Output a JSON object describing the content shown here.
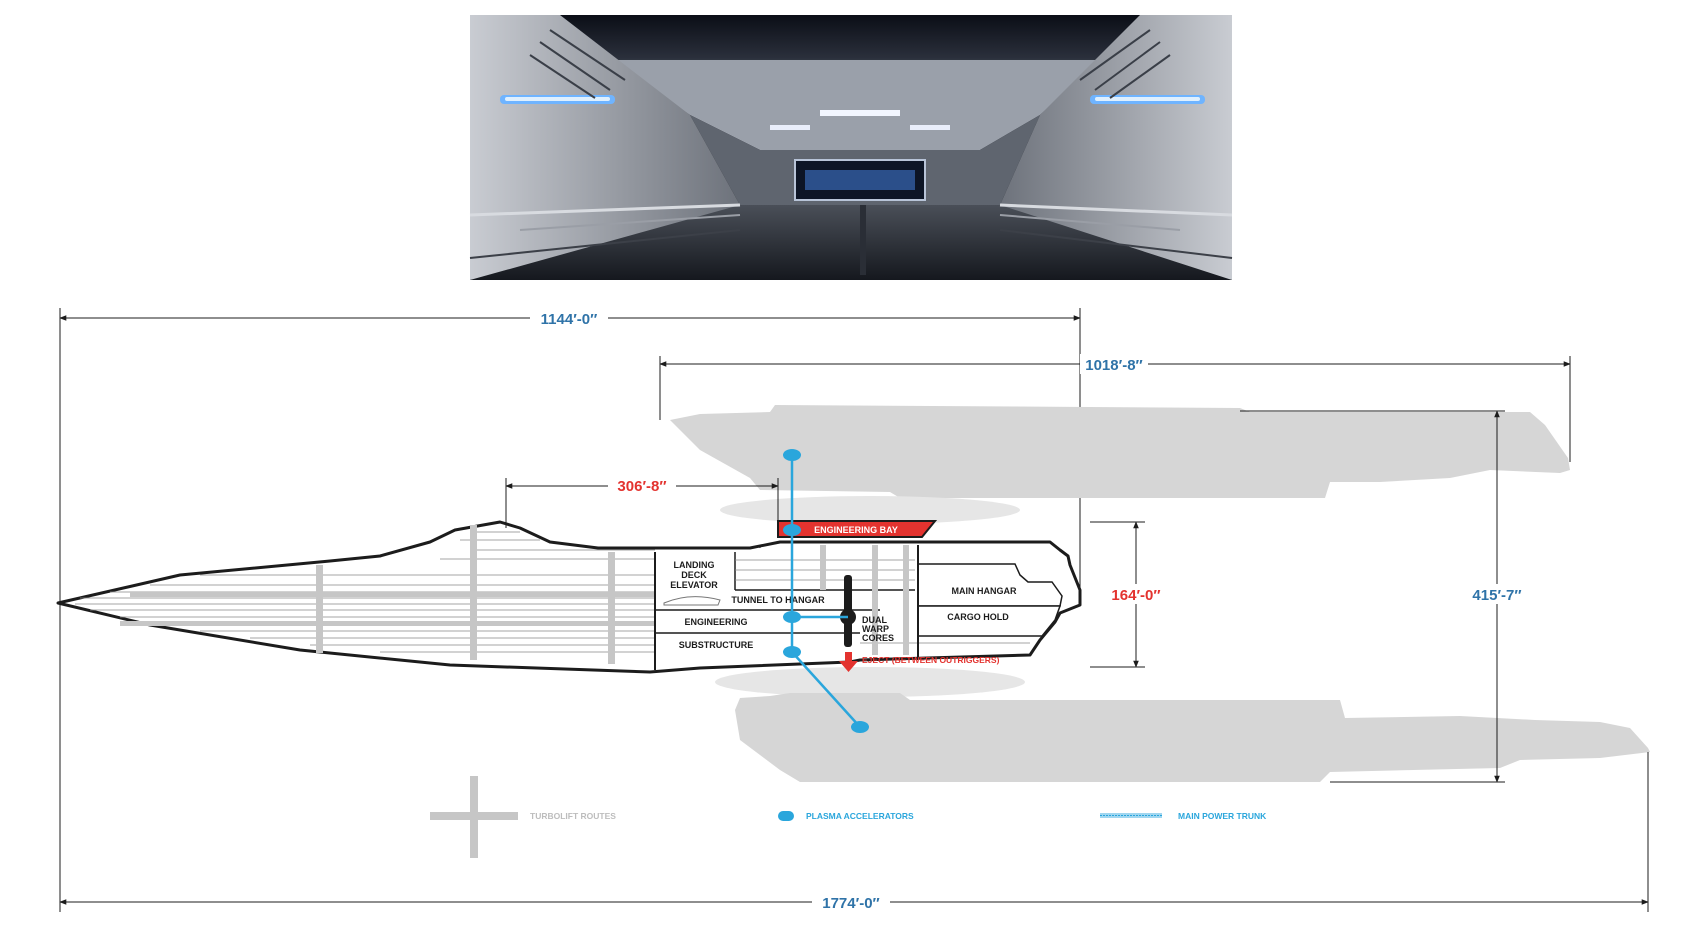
{
  "dimensions": {
    "overall_length": "1774′-0″",
    "hull_length": "1144′-0″",
    "nacelle_length": "1018′-8″",
    "forward_section": "306′-8″",
    "hull_height": "164′-0″",
    "overall_height": "415′-7″"
  },
  "labels": {
    "engineering_bay": "ENGINEERING BAY",
    "landing_deck_1": "LANDING",
    "landing_deck_2": "DECK",
    "landing_deck_3": "ELEVATOR",
    "tunnel_to_hangar": "TUNNEL TO HANGAR",
    "engineering": "ENGINEERING",
    "substructure": "SUBSTRUCTURE",
    "dual_warp_1": "DUAL",
    "dual_warp_2": "WARP",
    "dual_warp_3": "CORES",
    "main_hangar": "MAIN HANGAR",
    "cargo_hold": "CARGO HOLD",
    "eject": "EJECT (BETWEEN OUTRIGGERS)"
  },
  "legend": {
    "turbolift": "TURBOLIFT ROUTES",
    "plasma": "PLASMA ACCELERATORS",
    "power": "MAIN POWER TRUNK"
  },
  "colors": {
    "dimension_blue": "#2f73a8",
    "alert_red": "#e3332f",
    "plasma_blue": "#2aa6dc",
    "silhouette_grey": "#d6d6d6"
  }
}
